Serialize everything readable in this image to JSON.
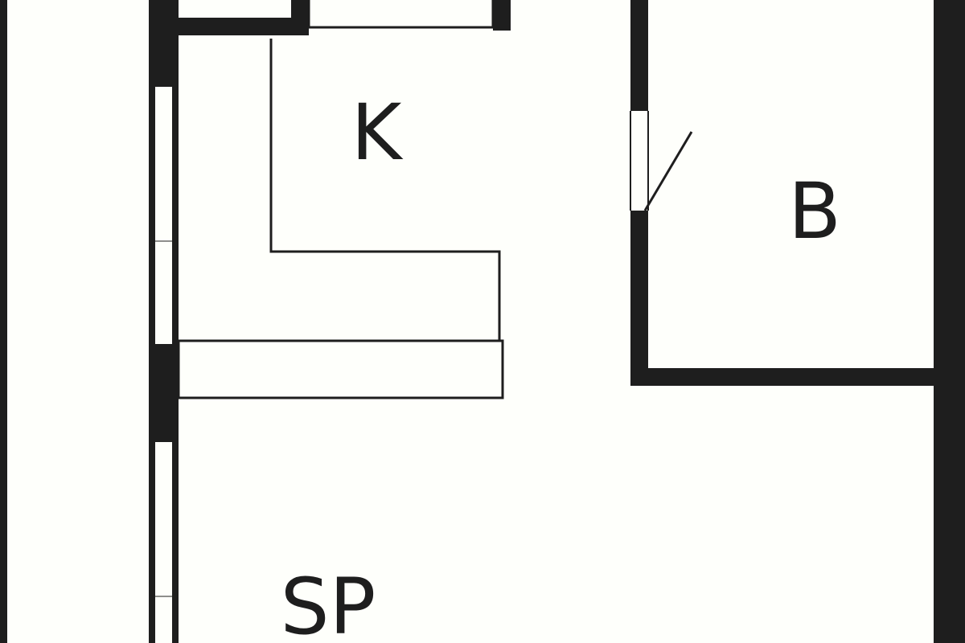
{
  "floorplan": {
    "rooms": [
      {
        "id": "kitchen",
        "label": "K"
      },
      {
        "id": "bathroom",
        "label": "B"
      },
      {
        "id": "living",
        "label": "SP"
      }
    ]
  },
  "colors": {
    "background": "#fefffb",
    "wall": "#1e1e1e",
    "line": "#1e1e1e"
  }
}
